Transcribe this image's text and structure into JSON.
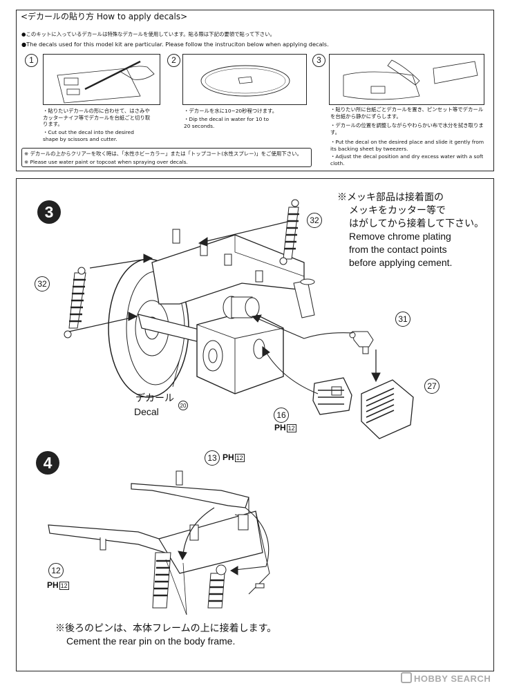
{
  "decal_section": {
    "title": "<デカールの貼り方 How to apply decals>",
    "intro_jp": "●このキットに入っているデカールは特殊なデカールを使用しています。貼る際は下記の要領で貼って下さい。",
    "intro_en": "●The decals used for this model kit are particular. Please follow the instruciton below when applying decals.",
    "steps": [
      {
        "number": "1",
        "jp": "・貼りたいデカールの形に合わせて、はさみやカッターナイフ等でデカールを台紙ごと切り取ります。",
        "en": "・Cut out the decal into the desired shape by scissors and cutter."
      },
      {
        "number": "2",
        "jp": "・デカールを水に10~20秒程つけます。",
        "en": "・Dip the decal in water for 10 to 20 seconds."
      },
      {
        "number": "3",
        "jp": "・貼りたい所に台紙ごとデカールを置き、ピンセット等でデカールを台紙から静かにずらします。",
        "jp2": "・デカールの位置を調整しながらやわらかい布で水分を拭き取ります。",
        "en": "・Put the decal on the desired place and slide it gently from its backing sheet by tweezers.",
        "en2": "・Adjust the decal position and dry excess water with a soft cloth."
      }
    ],
    "footnote_jp": "※ デカールの上からクリアーを吹く時は、「水性ホビーカラー」または「トップコート(水性スプレー)」をご使用下さい。",
    "footnote_en": "※ Please use water paint or topcoat when spraying over decals."
  },
  "step3": {
    "badge": "3",
    "note_jp_1": "※メッキ部品は接着面の",
    "note_jp_2": "メッキをカッター等で",
    "note_jp_3": "はがしてから接着して下さい。",
    "note_en_1": "Remove chrome plating",
    "note_en_2": "from the contact points",
    "note_en_3": "before applying cement.",
    "parts": [
      "32",
      "32",
      "31",
      "27",
      "16"
    ],
    "decal_label_jp": "デカール",
    "decal_label_en": "Decal",
    "decal_number": "20",
    "ph_label": "PH",
    "ph_number": "12"
  },
  "step4": {
    "badge": "4",
    "parts": [
      "13",
      "12"
    ],
    "ph_label": "PH",
    "ph_number": "12",
    "note_jp": "※後ろのピンは、本体フレームの上に接着します。",
    "note_en": "Cement the rear pin on the body frame."
  },
  "watermark": {
    "text": "HOBBY SEARCH"
  }
}
